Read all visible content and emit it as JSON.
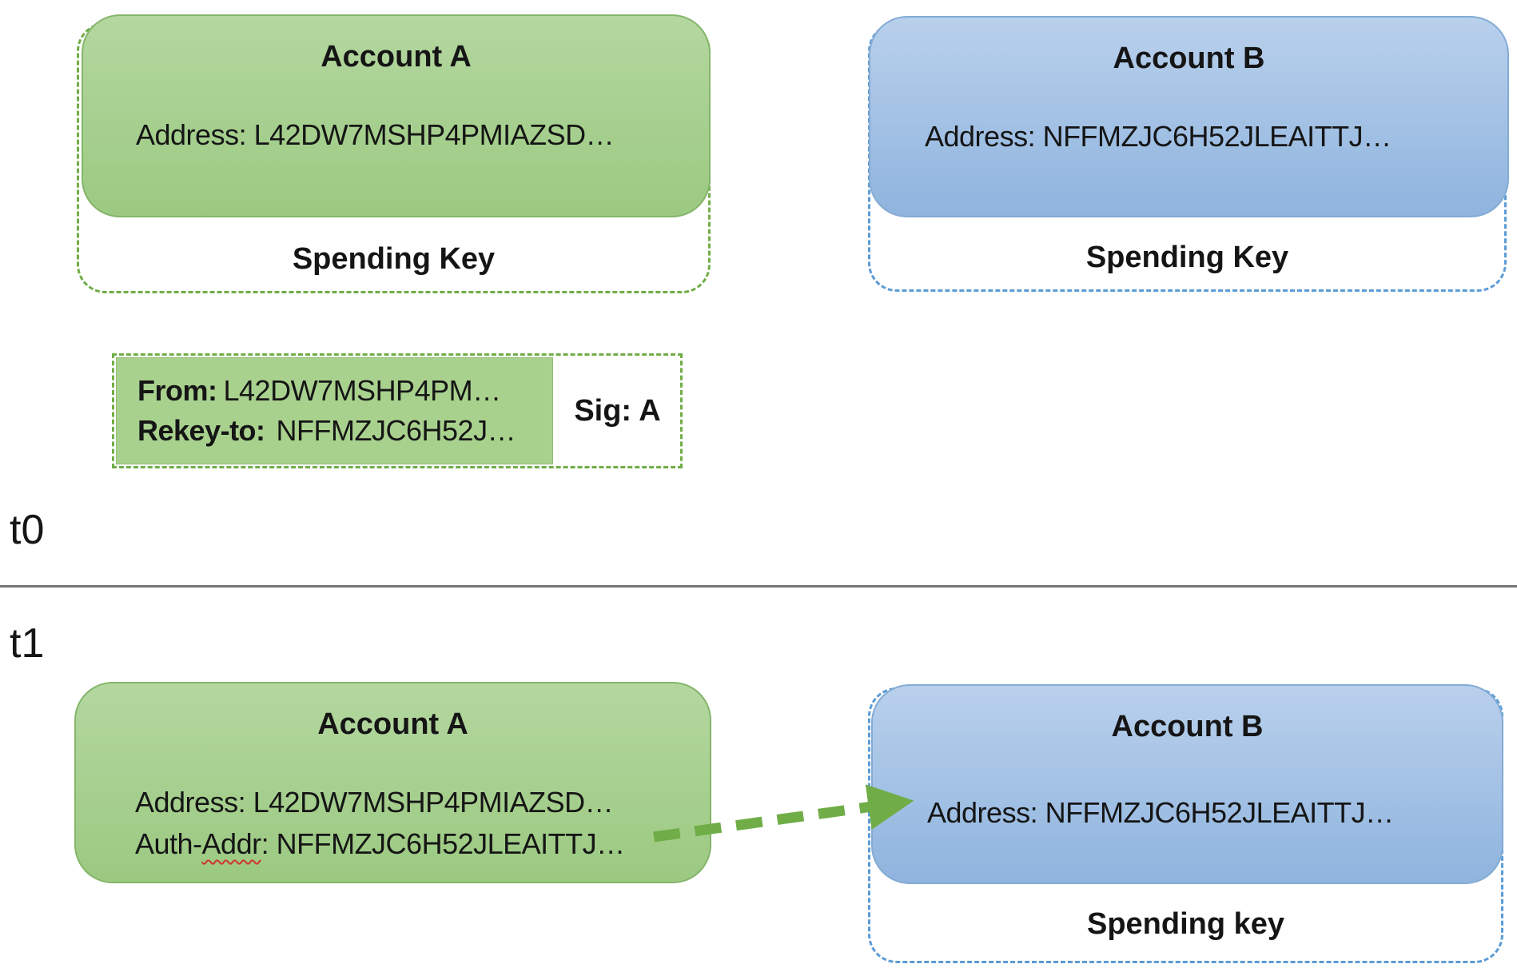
{
  "colors": {
    "green_fill_top": "#b4d7a0",
    "green_fill_bottom": "#9bc981",
    "green_solid_border": "#85b56a",
    "green_dashed": "#70ad47",
    "txn_green_fill": "#a9d18e",
    "txn_green_border": "#8fbc72",
    "blue_fill_top": "#b9d0ec",
    "blue_fill_bottom": "#8fb4de",
    "blue_solid_border": "#84abd4",
    "blue_dashed": "#5b9bd5",
    "arrow_green": "#70ad47",
    "divider_gray": "#767676",
    "spellcheck_red": "#d0342c",
    "text_black": "#151515"
  },
  "t0": {
    "label": "t0",
    "account_a": {
      "title": "Account A",
      "address": "Address: L42DW7MSHP4PMIAZSD…",
      "spending_key": "Spending Key"
    },
    "account_b": {
      "title": "Account B",
      "address": "Address: NFFMZJC6H52JLEAITTJ…",
      "spending_key": "Spending Key"
    },
    "transaction": {
      "from_label": "From:",
      "from_value": "L42DW7MSHP4PM…",
      "rekey_label": "Rekey-to:",
      "rekey_value": "NFFMZJC6H52J…",
      "sig": "Sig: A"
    }
  },
  "t1": {
    "label": "t1",
    "account_a": {
      "title": "Account A",
      "address": "Address: L42DW7MSHP4PMIAZSD…",
      "auth_prefix": "Auth-",
      "auth_flagged": "Addr",
      "auth_suffix": ": NFFMZJC6H52JLEAITTJ…"
    },
    "account_b": {
      "title": "Account B",
      "address": "Address: NFFMZJC6H52JLEAITTJ…",
      "spending_key": "Spending key"
    }
  }
}
